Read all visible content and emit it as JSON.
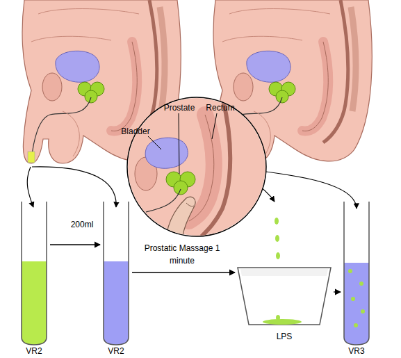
{
  "diagram": {
    "nodes": [
      {
        "text": [
          "VR2"
        ]
      },
      {
        "text": [
          "VR2"
        ]
      },
      {
        "text": [
          "LPS"
        ]
      },
      {
        "text": [
          "VR3"
        ]
      }
    ],
    "edges": [
      {
        "from": 0,
        "to": 1,
        "label": "200ml",
        "arrow": "to"
      },
      {
        "from": 1,
        "to": 2,
        "label": "Prostatic Massage 1 minute",
        "arrow": "to"
      },
      {
        "from": 2,
        "to": 3,
        "arrow": "to"
      }
    ],
    "labels": [
      "Bladder",
      "Prostate",
      "Rectum"
    ]
  }
}
